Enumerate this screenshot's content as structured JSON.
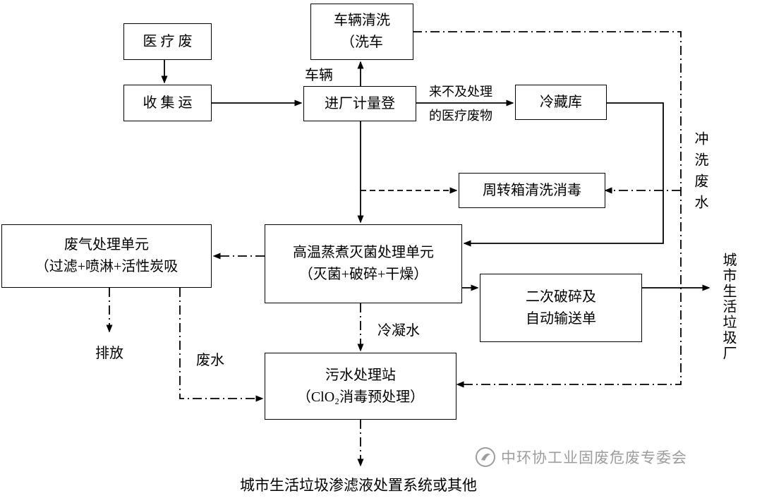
{
  "colors": {
    "line": "#000000",
    "watermark": "#9d9d9d",
    "background": "#ffffff"
  },
  "boxes": {
    "medical_waste": {
      "lines": [
        "医 疗 废"
      ]
    },
    "collection": {
      "lines": [
        "收 集 运"
      ]
    },
    "vehicle_wash": {
      "lines": [
        "车辆清洗",
        "（洗车"
      ]
    },
    "weighing": {
      "lines": [
        "进厂计量登"
      ]
    },
    "cold_storage": {
      "lines": [
        "冷藏库"
      ]
    },
    "box_cleaning": {
      "lines": [
        "周转箱清洗消毒"
      ]
    },
    "waste_gas_unit": {
      "lines": [
        "废气处理单元",
        "（过滤+喷淋+活性炭吸"
      ]
    },
    "steam_sterilizer": {
      "lines": [
        "高温蒸煮灭菌处理单元",
        "（灭菌+破碎+干燥）"
      ]
    },
    "secondary_crusher": {
      "lines": [
        "二次破碎及",
        "自动输送单"
      ]
    },
    "sewage_station": {
      "lines": [
        "污水处理站",
        "（ClO₂消毒预处理）"
      ]
    }
  },
  "labels": {
    "vehicle": "车辆",
    "untreated_line1": "来不及处理",
    "untreated_line2": "的医疗废物",
    "flush_wastewater": "冲洗废水",
    "city_waste_plant": "城市生活垃圾厂",
    "condensate": "冷凝水",
    "wastewater": "废水",
    "discharge": "排放",
    "bottom_caption": "城市生活垃圾渗滤液处置系统或其他",
    "watermark": "中环协工业固废危废专委会"
  }
}
